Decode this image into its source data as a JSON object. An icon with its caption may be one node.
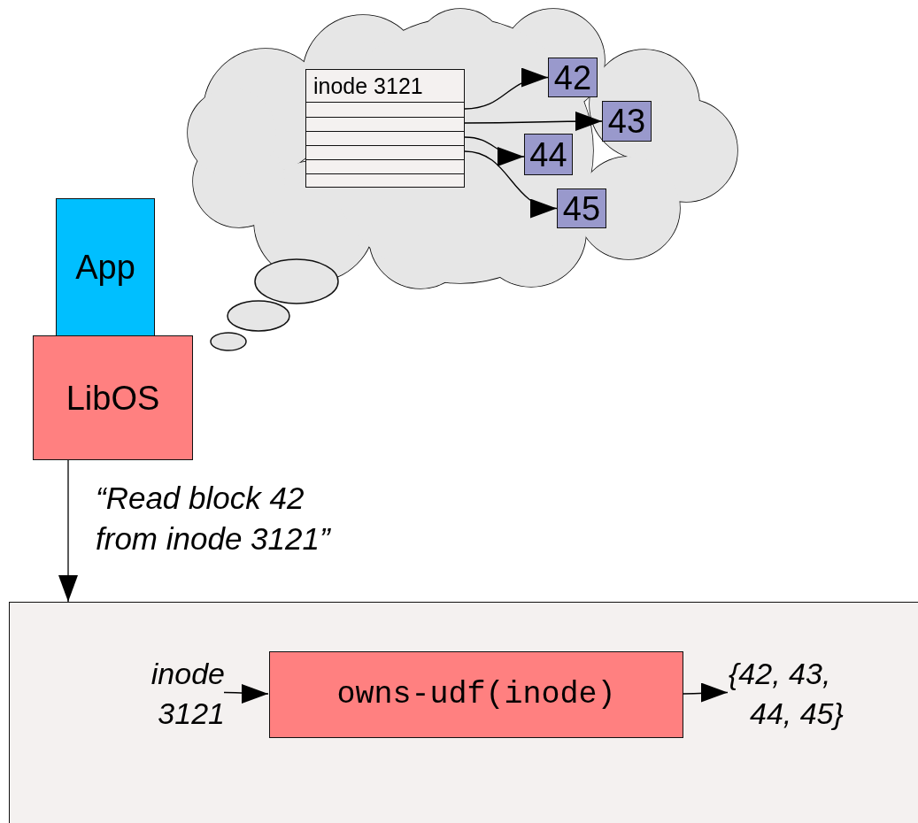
{
  "diagram": {
    "nodes": [
      {
        "text": [],
        "shape": "cloud"
      },
      {
        "text": [
          "inode 3121"
        ],
        "in": 0
      },
      {
        "text": [
          "42"
        ],
        "in": 0
      },
      {
        "text": [
          "43"
        ],
        "in": 0
      },
      {
        "text": [
          "44"
        ],
        "in": 0
      },
      {
        "text": [
          "45"
        ],
        "in": 0
      },
      {
        "text": [
          "App"
        ]
      },
      {
        "text": [
          "LibOS"
        ]
      },
      {
        "text": [],
        "shape": "box"
      },
      {
        "text": [
          "inode 3121"
        ],
        "in": 8
      },
      {
        "text": [
          "owns-udf(inode)"
        ],
        "in": 8
      },
      {
        "text": [
          "{42, 43, 44, 45}"
        ],
        "in": 8
      }
    ],
    "edges": [
      {
        "from": 1,
        "to": 2,
        "arrow": "to"
      },
      {
        "from": 1,
        "to": 3,
        "arrow": "to"
      },
      {
        "from": 1,
        "to": 4,
        "arrow": "to"
      },
      {
        "from": 1,
        "to": 5,
        "arrow": "to"
      },
      {
        "from": 7,
        "to": 8,
        "arrow": "to",
        "label": "“Read block 42 from inode 3121”"
      },
      {
        "from": 9,
        "to": 10,
        "arrow": "to"
      },
      {
        "from": 10,
        "to": 11,
        "arrow": "to"
      }
    ]
  }
}
